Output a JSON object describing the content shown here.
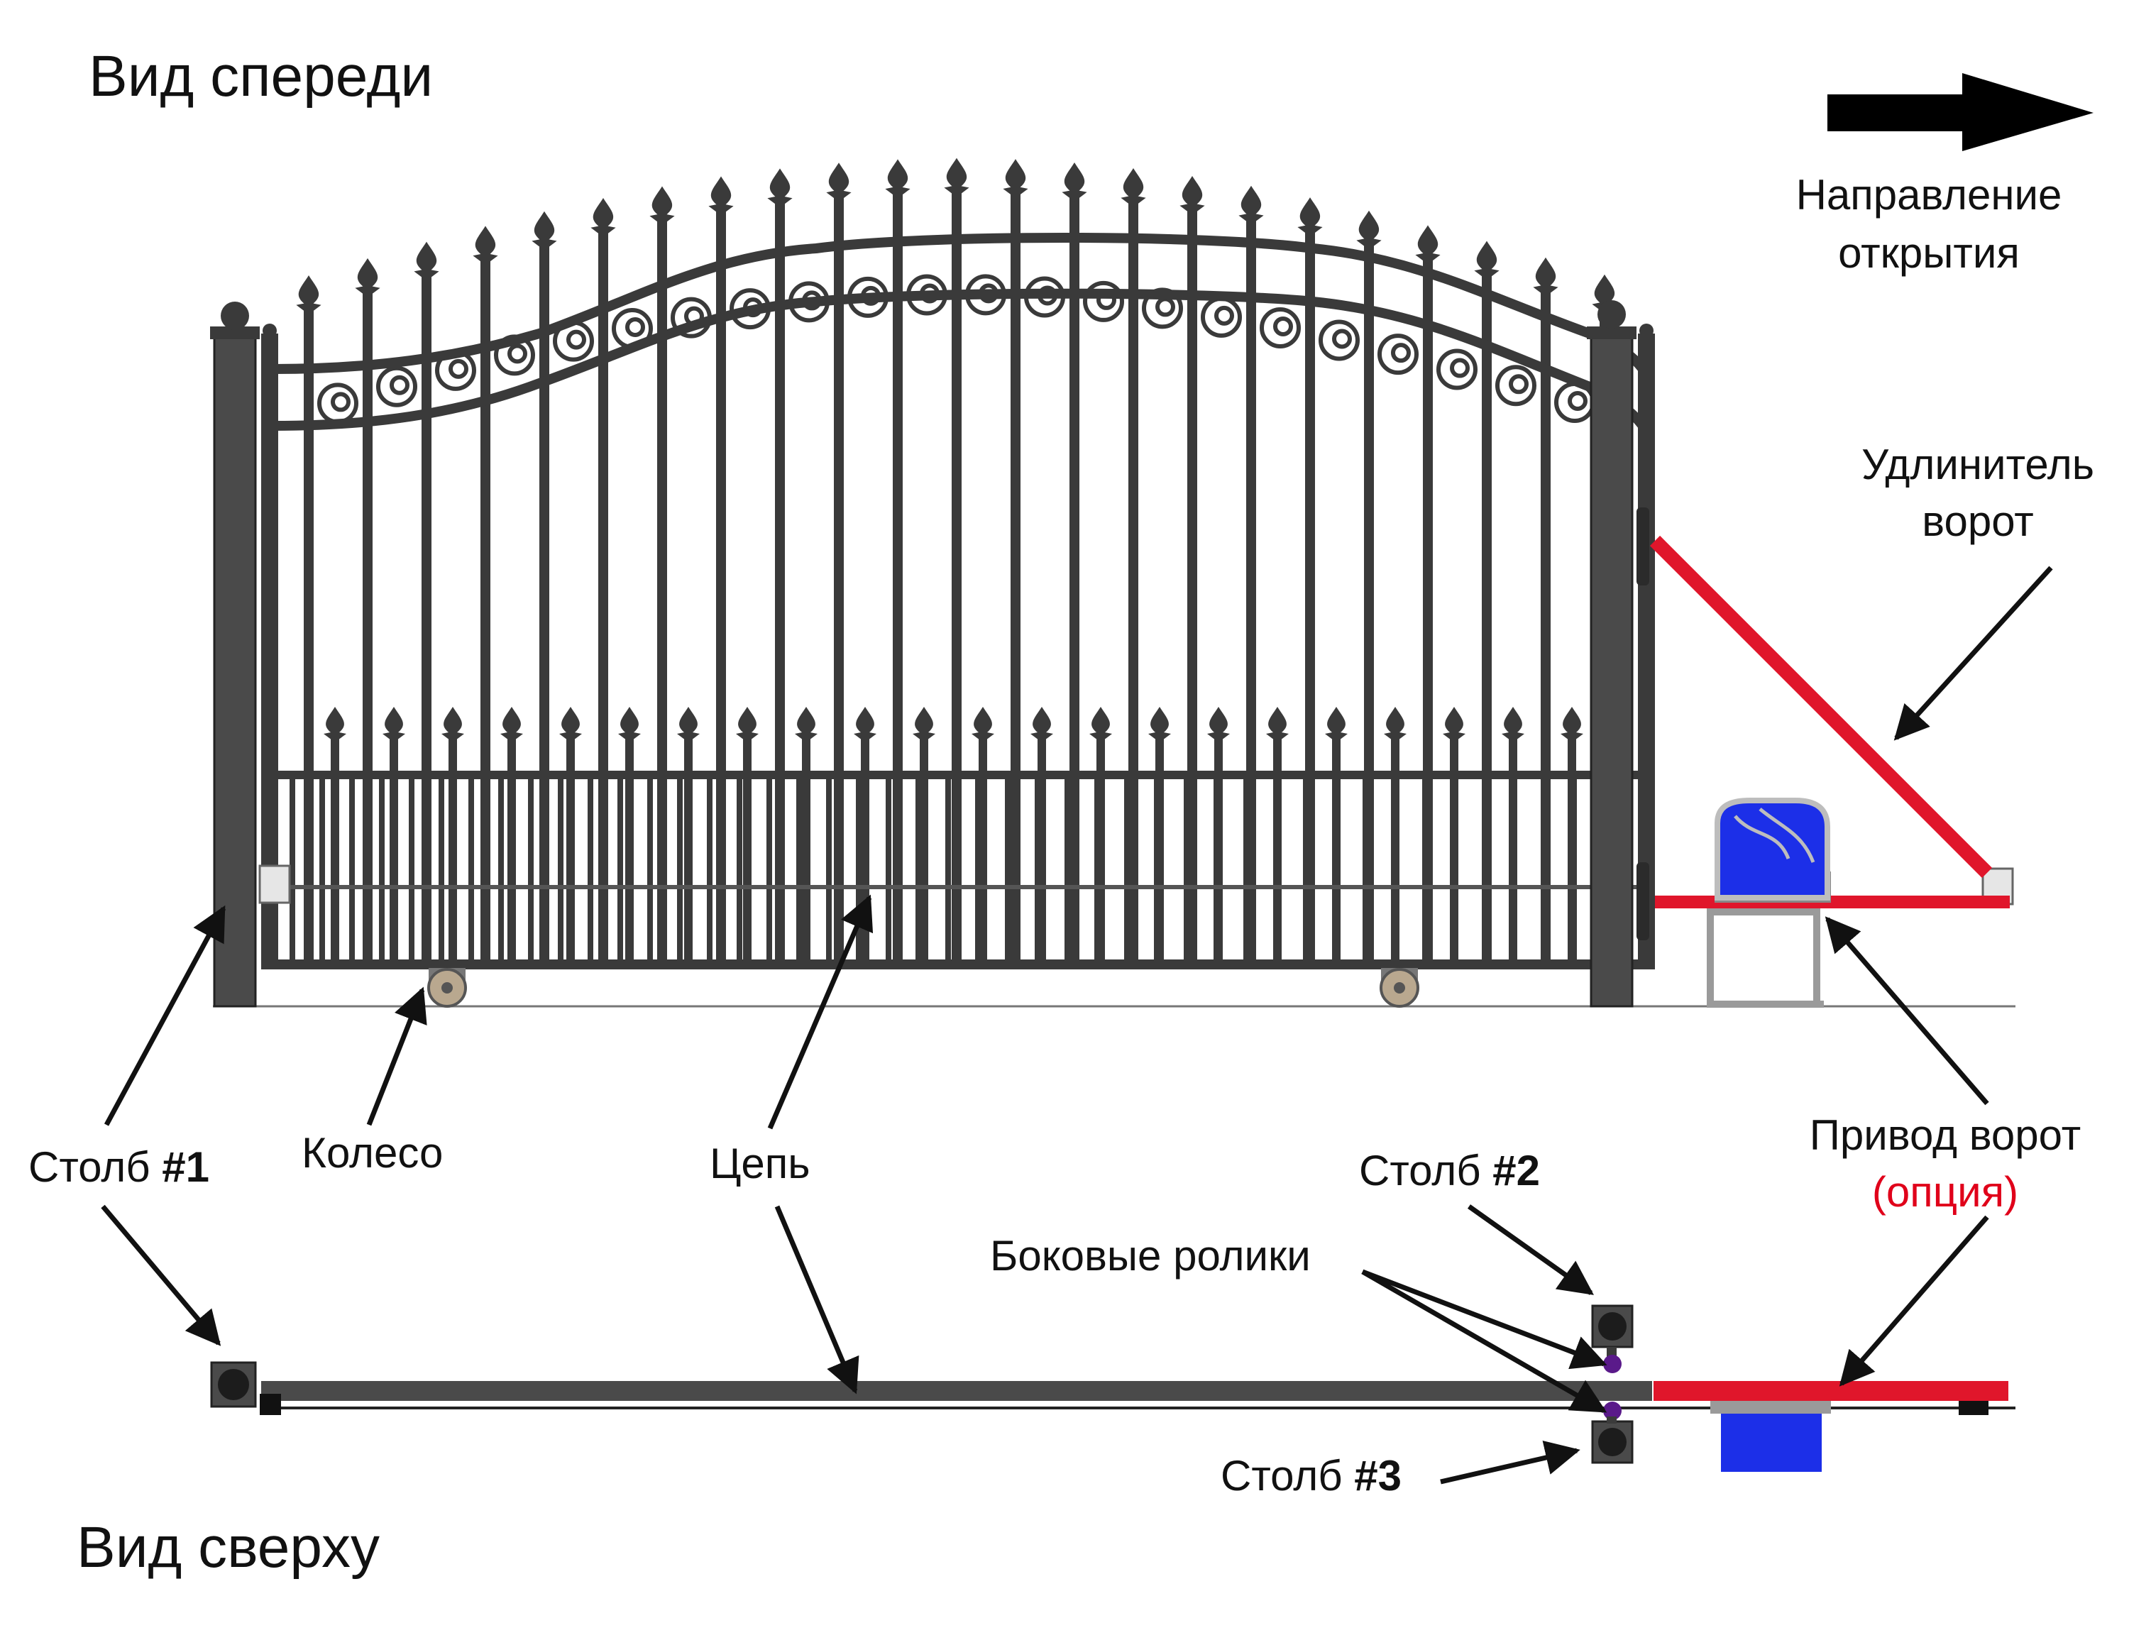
{
  "views": {
    "front": "Вид спереди",
    "top": "Вид сверху"
  },
  "direction": {
    "line1": "Направление",
    "line2": "открытия"
  },
  "extender": {
    "line1": "Удлинитель",
    "line2": "ворот"
  },
  "labels": {
    "post1_prefix": "Столб ",
    "post1_num": "#1",
    "wheel": "Колесо",
    "chain": "Цепь",
    "post2_prefix": "Столб ",
    "post2_num": "#2",
    "side_rollers": "Боковые ролики",
    "post3_prefix": "Столб ",
    "post3_num": "#3",
    "operator_line1": "Привод ворот",
    "operator_line2": "(опция)"
  },
  "colors": {
    "metal": "#3a3a3a",
    "post": "#4a4a4a",
    "extender": "#e0162b",
    "operator": "#1c2fe8",
    "roller": "#5a1a8a"
  }
}
